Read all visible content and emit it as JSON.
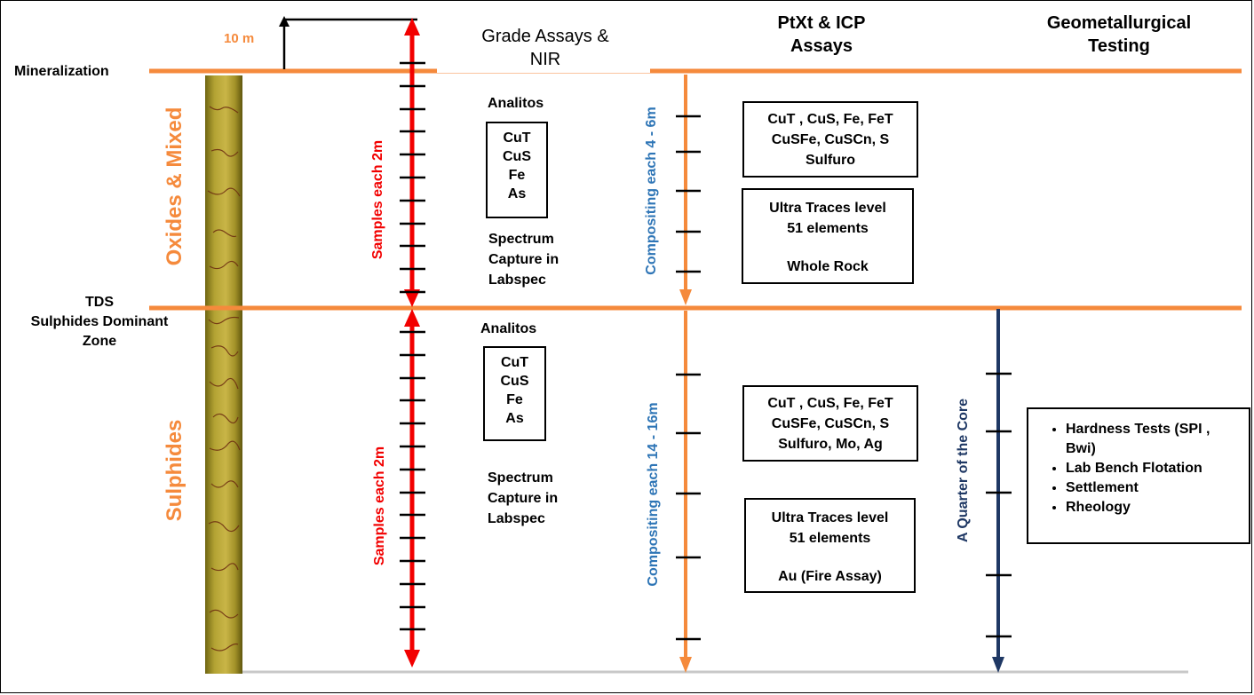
{
  "colors": {
    "orange": "#F58A3C",
    "red": "#F20000",
    "navy": "#1F3864",
    "blue_text": "#2E75B6",
    "core_base": "#9A8A22"
  },
  "scale": {
    "label": "10 m"
  },
  "zones": {
    "mineralization": "Mineralization",
    "tds": [
      "TDS",
      "Sulphides Dominant",
      "Zone"
    ],
    "oxides": "Oxides & Mixed",
    "sulphides": "Sulphides"
  },
  "headers": {
    "grade": [
      "Grade Assays &",
      "NIR"
    ],
    "ptxt": [
      "PtXt & ICP",
      "Assays"
    ],
    "geomet": [
      "Geometallurgical",
      "Testing"
    ]
  },
  "samples": {
    "upper": "Samples each 2m",
    "lower": "Samples each 2m"
  },
  "compositing": {
    "upper": "Compositing each 4 - 6m",
    "lower": "Compositing each 14 - 16m"
  },
  "quarter": "A Quarter of the Core",
  "grade_upper": {
    "title": "Analitos",
    "analytes": [
      "CuT",
      "CuS",
      "Fe",
      "As"
    ],
    "spectrum": [
      "Spectrum",
      "Capture in",
      "Labspec"
    ]
  },
  "grade_lower": {
    "title": "Analitos",
    "analytes": [
      "CuT",
      "CuS",
      "Fe",
      "As"
    ],
    "spectrum": [
      "Spectrum",
      "Capture in",
      "Labspec"
    ]
  },
  "ptxt_upper": {
    "box1": [
      "CuT , CuS, Fe, FeT",
      "CuSFe, CuSCn, S",
      "Sulfuro"
    ],
    "box2": [
      "Ultra Traces level",
      "51 elements",
      "",
      "Whole Rock"
    ]
  },
  "ptxt_lower": {
    "box1": [
      "CuT , CuS, Fe, FeT",
      "CuSFe, CuSCn, S",
      "Sulfuro, Mo, Ag"
    ],
    "box2": [
      "Ultra Traces level",
      "51 elements",
      "",
      "Au (Fire Assay)"
    ]
  },
  "geomet_list": [
    "Hardness Tests (SPI , Bwi)",
    "Lab Bench Flotation",
    "Settlement",
    "Rheology"
  ]
}
